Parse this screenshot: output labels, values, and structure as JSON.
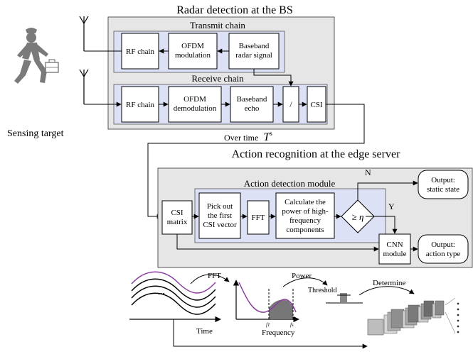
{
  "titles": {
    "radar": "Radar detection at the BS",
    "transmit": "Transmit chain",
    "receive": "Receive chain",
    "action": "Action recognition at the edge server",
    "detection_module": "Action detection module"
  },
  "blocks": {
    "tx_rf": "RF chain",
    "tx_ofdm": [
      "OFDM",
      "modulation"
    ],
    "tx_base": [
      "Baseband",
      "radar signal"
    ],
    "rx_rf": "RF chain",
    "rx_ofdm": [
      "OFDM",
      "demodulation"
    ],
    "rx_base": [
      "Baseband",
      "echo"
    ],
    "divide": "/",
    "csi": "CSI",
    "csi_matrix": [
      "CSI",
      "matrix"
    ],
    "pick": [
      "Pick out",
      "the first",
      "CSI vector"
    ],
    "fft": "FFT",
    "calc": [
      "Calculate the",
      "power of high-",
      "frequency",
      "components"
    ],
    "threshold_cmp": "≥ η",
    "cnn": [
      "CNN",
      "module"
    ],
    "out_static": [
      "Output:",
      "static state"
    ],
    "out_action": [
      "Output:",
      "action type"
    ]
  },
  "labels": {
    "sensing_target": "Sensing target",
    "over_time": "Over time",
    "over_time_symbol": "T",
    "over_time_sup": "s",
    "n": "N",
    "y": "Y"
  },
  "bottom": {
    "fft": "FFT",
    "power": "Power",
    "determine": "Determine",
    "time": "Time",
    "frequency": "Frequency",
    "threshold": "Threshold",
    "dots": "...",
    "f1": "f1",
    "f2": "fs"
  }
}
